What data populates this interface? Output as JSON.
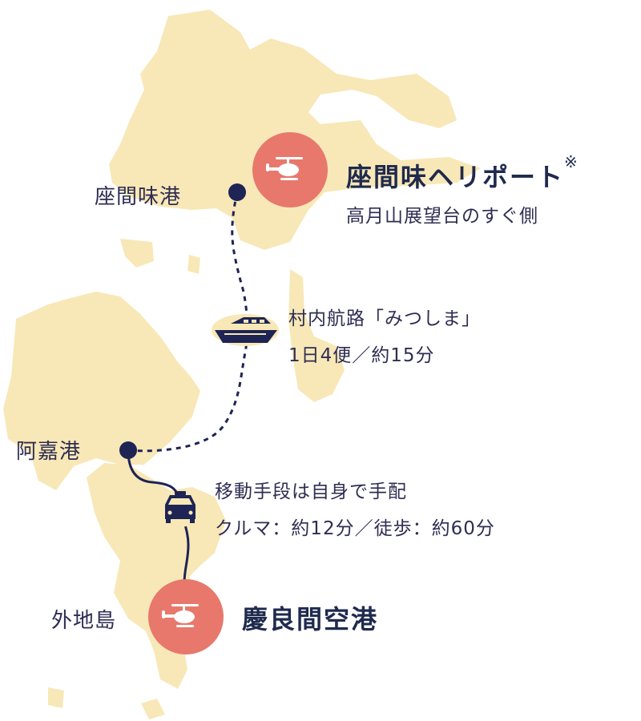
{
  "map": {
    "colors": {
      "land": "#f8e8b7",
      "route": "#1e2454",
      "heliport": "#e8786c",
      "icon": "#ffffff",
      "text": "#2e2d52"
    },
    "icons": {
      "helicopter": "helicopter-icon",
      "boat": "boat-icon",
      "car": "car-icon"
    }
  },
  "labels": {
    "zamami_port": "座間味港",
    "zamami_heliport": "座間味ヘリポート",
    "zamami_heliport_note": "※",
    "zamami_heliport_sub": "高月山展望台のすぐ側",
    "ferry_line1": "村内航路「みつしま」",
    "ferry_line2": "1日4便／約15分",
    "aka_port": "阿嘉港",
    "transfer_line1": "移動手段は自身で手配",
    "transfer_line2": "クルマ：約12分／徒歩：約60分",
    "gerumajima": "外地島",
    "keramal_airport": "慶良間空港"
  }
}
